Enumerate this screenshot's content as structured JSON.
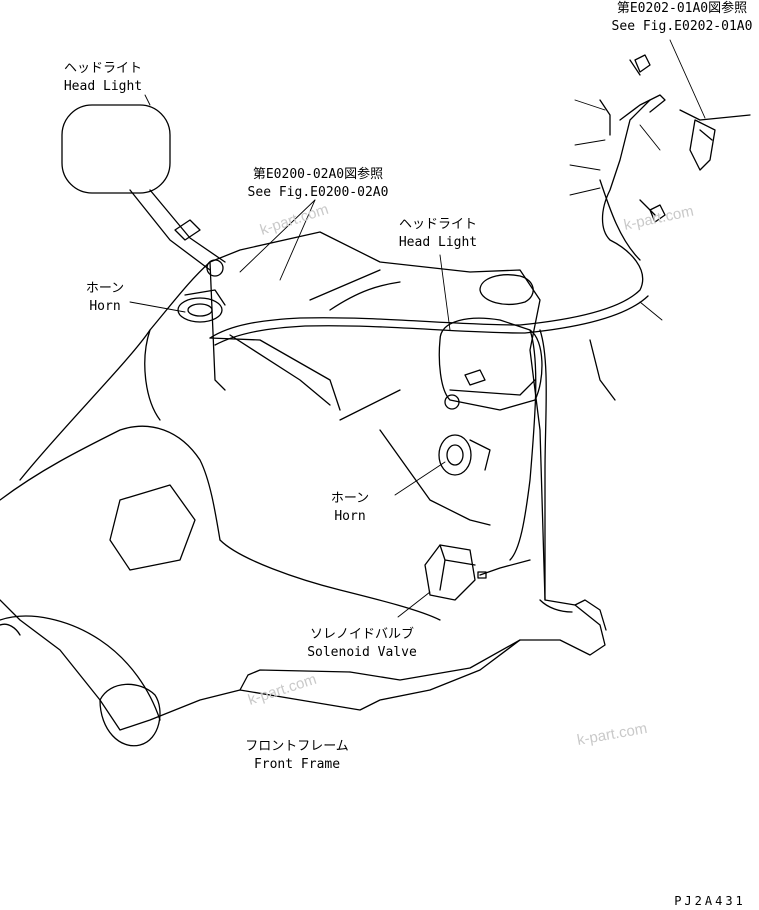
{
  "labels": {
    "headlight_left": {
      "jp": "ヘッドライト",
      "en": "Head Light"
    },
    "headlight_right": {
      "jp": "ヘッドライト",
      "en": "Head Light"
    },
    "ref_e0200": {
      "jp": "第E0200-02A0図参照",
      "en": "See Fig.E0200-02A0"
    },
    "ref_e0202": {
      "jp": "第E0202-01A0図参照",
      "en": "See Fig.E0202-01A0"
    },
    "horn_left": {
      "jp": "ホーン",
      "en": "Horn"
    },
    "horn_right": {
      "jp": "ホーン",
      "en": "Horn"
    },
    "solenoid_valve": {
      "jp": "ソレノイドバルブ",
      "en": "Solenoid Valve"
    },
    "front_frame": {
      "jp": "フロントフレーム",
      "en": "Front Frame"
    }
  },
  "watermarks": [
    "k-part.com",
    "k-part.com",
    "k-part.com",
    "k-part.com"
  ],
  "drawing_code": "PJ2A431"
}
